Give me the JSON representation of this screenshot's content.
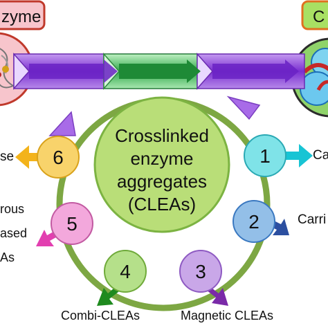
{
  "top_left_box": {
    "text": "zyme",
    "fill": "#f7c5cc",
    "stroke": "#c0392b"
  },
  "top_right_box": {
    "text": "C",
    "fill": "#a8e063",
    "stroke": "#e07020"
  },
  "center": {
    "line1": "Crosslinked",
    "line2": "enzyme",
    "line3": "aggregates",
    "line4": "(CLEAs)",
    "fill": "#b9de78",
    "stroke": "#7cb342"
  },
  "nodes": [
    {
      "num": "1",
      "label": "Ca",
      "fill": "#7fe3e8",
      "arrow": "#18c4d4"
    },
    {
      "num": "2",
      "label": "Carri",
      "fill": "#93bfe8",
      "arrow": "#2c4fa0"
    },
    {
      "num": "3",
      "label": "Magnetic CLEAs",
      "fill": "#c9a7e8",
      "arrow": "#7a2aa8"
    },
    {
      "num": "4",
      "label": "Combi-CLEAs",
      "fill": "#b5e08a",
      "arrow": "#1e8a1e"
    },
    {
      "num": "5",
      "label_line1": "rous",
      "label_line2": "ased",
      "label_line3": "As",
      "fill": "#f3a8dc",
      "arrow": "#e23fb0"
    },
    {
      "num": "6",
      "label": "se",
      "fill": "#f8d36b",
      "arrow": "#f3b31b"
    }
  ],
  "colors": {
    "ring": "#7da743",
    "band_purple": "#8f42d6",
    "band_green": "#2fa84a",
    "accent_purple": "#a86be8"
  }
}
